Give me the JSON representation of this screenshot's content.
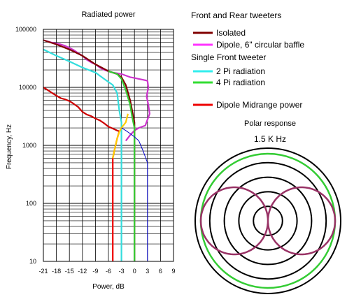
{
  "chart_data": [
    {
      "type": "line",
      "title": "Radiated power",
      "xlabel": "Power, dB",
      "ylabel": "Frequency, Hz",
      "xlim": [
        -21,
        9
      ],
      "ylim": [
        10,
        100000
      ],
      "y_scale": "log",
      "grid": true,
      "legend_position": "right",
      "x_ticks": [
        "-21",
        "-18",
        "-15",
        "-12",
        "-9",
        "-6",
        "-3",
        "0",
        "3",
        "6",
        "9"
      ],
      "y_ticks": [
        "100000",
        "10000",
        "1000",
        "100",
        "10"
      ],
      "legend_groups": [
        {
          "heading": "Front and Rear tweeters",
          "entries": [
            "Isolated",
            "Dipole, 6\" circular baffle"
          ]
        },
        {
          "heading": "Single Front tweeter",
          "entries": [
            "2 Pi radiation",
            "4 Pi radiation"
          ]
        },
        {
          "heading": "",
          "entries": [
            "Dipole Midrange power"
          ]
        }
      ],
      "series": [
        {
          "name": "Dipole, 6\" circular baffle",
          "color": "#cc33cc",
          "x": [
            -21,
            -20,
            -19,
            -18,
            -17,
            -16,
            -15,
            -14,
            -13,
            -12,
            -11,
            -10,
            -9,
            -8,
            -7,
            -6,
            -5,
            -4,
            -3,
            -2,
            -1,
            0,
            1,
            2,
            3
          ],
          "y": [
            65000,
            62000,
            59000,
            57000,
            55000,
            52000,
            48000,
            44000,
            39000,
            35000,
            30000,
            27000,
            25000,
            22000,
            20000,
            19000,
            18000,
            17500,
            17000,
            16000,
            15000,
            14500,
            14000,
            13500,
            13000
          ]
        },
        {
          "name": "Dipole, 6\" circular baffle",
          "color": "#cc33cc",
          "x": [
            3,
            3.2,
            2.8,
            3.2,
            3.5,
            2.5,
            1,
            0,
            -1,
            -2
          ],
          "y": [
            13000,
            10000,
            7000,
            5000,
            3500,
            2200,
            2000,
            1800,
            1500,
            1200
          ]
        },
        {
          "name": "Isolated",
          "color": "#800000",
          "x": [
            -21,
            -18,
            -15,
            -12,
            -9,
            -6,
            -4,
            -3,
            -2,
            -1,
            0,
            0,
            0,
            0,
            0,
            0
          ],
          "y": [
            65000,
            55000,
            45000,
            35000,
            25000,
            19000,
            17000,
            15000,
            11000,
            6000,
            2500,
            1500,
            500,
            100,
            20,
            10
          ]
        },
        {
          "name": "2 Pi radiation",
          "color": "#33dddd",
          "x": [
            -21,
            -18,
            -15,
            -12,
            -9,
            -7,
            -5,
            -4,
            -3.5,
            -3,
            -3,
            -3,
            -3
          ],
          "y": [
            45000,
            35000,
            28000,
            22000,
            18000,
            14000,
            11000,
            8000,
            4000,
            2500,
            500,
            100,
            10
          ]
        },
        {
          "name": "4 Pi radiation",
          "color": "#33cc33",
          "x": [
            -6,
            -5,
            -4,
            -3,
            -2,
            -1,
            -0.5,
            0,
            0,
            0,
            0
          ],
          "y": [
            19000,
            18000,
            17000,
            14000,
            9000,
            5000,
            3000,
            2000,
            500,
            100,
            10
          ]
        },
        {
          "name": "Dipole Midrange power",
          "color": "#cc0000",
          "x": [
            -21,
            -20,
            -19,
            -18,
            -17,
            -16,
            -15,
            -14,
            -13,
            -12,
            -11,
            -10,
            -9,
            -8,
            -7,
            -6,
            -5,
            -4,
            -3.5
          ],
          "y": [
            10000,
            9000,
            8000,
            7200,
            6500,
            6200,
            5800,
            5200,
            4600,
            3800,
            3400,
            3200,
            2900,
            2700,
            2400,
            2100,
            1950,
            1800,
            1750
          ]
        },
        {
          "name": "Dipole Midrange power",
          "color": "#ee0000",
          "x": [
            -3.5,
            -4,
            -4.5,
            -5,
            -5,
            -5,
            -5
          ],
          "y": [
            1750,
            1300,
            900,
            600,
            100,
            20,
            10
          ]
        },
        {
          "name": "",
          "color": "#ffcc00",
          "x": [
            -5,
            -4.5,
            -4,
            -3.5,
            -3,
            -2,
            -1.5
          ],
          "y": [
            600,
            900,
            1300,
            1700,
            2000,
            2500,
            3500
          ]
        },
        {
          "name": "",
          "color": "#0000cc",
          "x": [
            -3,
            -2,
            -1,
            0,
            1,
            2,
            3,
            3,
            3
          ],
          "y": [
            2000,
            1800,
            1600,
            1400,
            1200,
            800,
            500,
            100,
            10
          ]
        }
      ]
    },
    {
      "type": "polar",
      "title": "Polar response",
      "subtitle": "1.5 K Hz",
      "grid_rings": 5,
      "series": [
        {
          "pattern": "omni",
          "color": "#33cc33"
        },
        {
          "pattern": "dipole",
          "color": "#993366"
        }
      ]
    }
  ]
}
